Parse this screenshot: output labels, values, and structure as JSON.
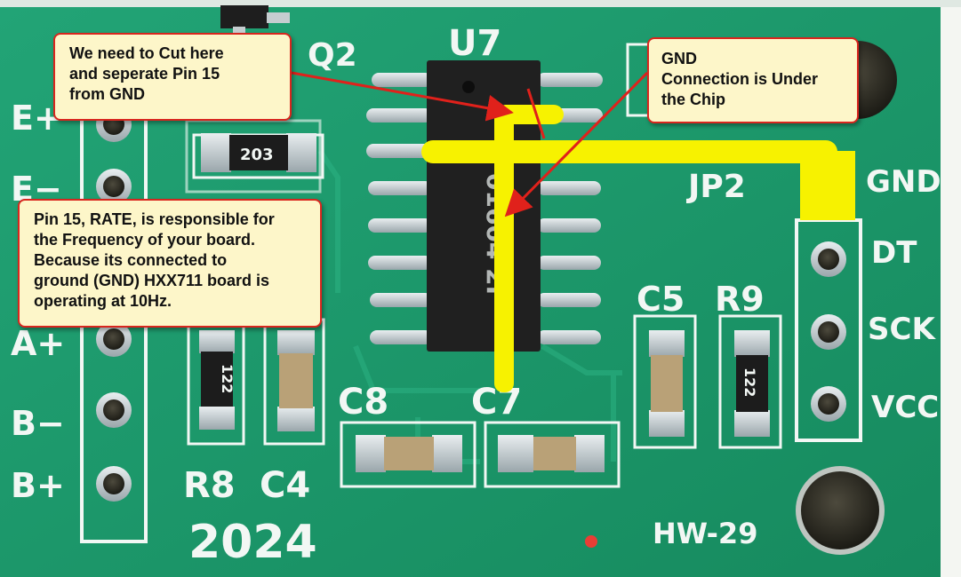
{
  "silkscreen": {
    "chip": "U7",
    "q2": "Q2",
    "jp2": "JP2",
    "gnd": "GND",
    "dt": "DT",
    "sck": "SCK",
    "vcc": "VCC",
    "e_plus": "E+",
    "e_minus": "E−",
    "a_plus": "A+",
    "b_minus": "B−",
    "b_plus": "B+",
    "r8": "R8",
    "c4": "C4",
    "c8": "C8",
    "c7": "C7",
    "c5": "C5",
    "r9": "R9",
    "year": "2024",
    "model": "HW-29",
    "chip_marking": "01604 2F",
    "resistor_203": "203",
    "resistor_122_left": "122",
    "resistor_122_right": "122"
  },
  "notes": {
    "cut": "We need to Cut here\nand seperate Pin 15\nfrom GND",
    "gnd": "GND\nConnection is Under\nthe Chip",
    "rate": "Pin 15, RATE, is responsible for\nthe Frequency of your board.\n Because its connected to\nground (GND) HXX711 board is\noperating at 10Hz."
  },
  "colors": {
    "pcb": "#1f9a6e",
    "silkscreen": "#f2f7f4",
    "highlight": "#f7f200",
    "arrow": "#e0211b",
    "note_bg": "#fdf6c9"
  }
}
